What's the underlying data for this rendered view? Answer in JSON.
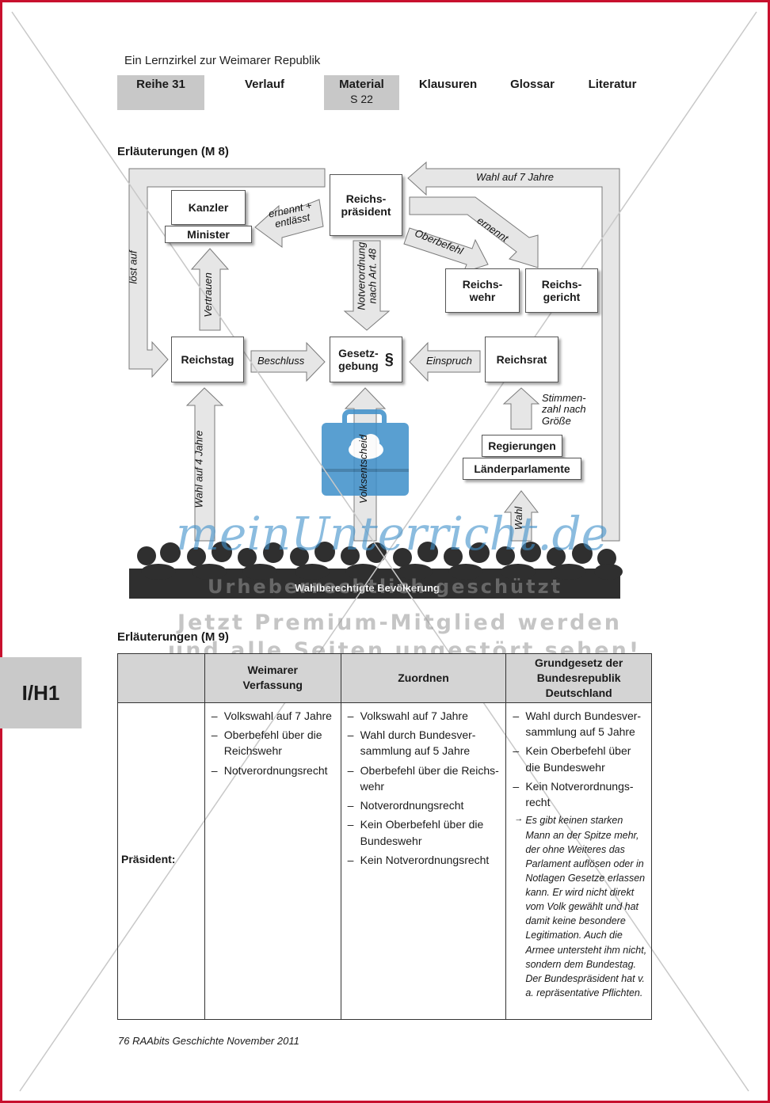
{
  "header": {
    "title": "Ein Lernzirkel zur Weimarer Republik"
  },
  "nav": {
    "items": [
      {
        "label": "Reihe 31",
        "sub": ""
      },
      {
        "label": "Verlauf",
        "sub": ""
      },
      {
        "label": "Material",
        "sub": "S 22"
      },
      {
        "label": "Klausuren",
        "sub": ""
      },
      {
        "label": "Glossar",
        "sub": ""
      },
      {
        "label": "Literatur",
        "sub": ""
      }
    ]
  },
  "section_m8": {
    "title": "Erläuterungen (M 8)"
  },
  "diagram": {
    "kanzler": "Kanzler",
    "minister": "Minister",
    "praesident": "Reichs-\npräsident",
    "reichswehr": "Reichs-\nwehr",
    "reichsgericht": "Reichs-\ngericht",
    "reichstag": "Reichstag",
    "gesetzgebung": "Gesetz-\ngebung",
    "paragraph": "§",
    "reichsrat": "Reichsrat",
    "regierungen": "Regierungen",
    "laenderparlamente": "Länderparlamente",
    "bevoelkerung": "Wahlberechtigte Bevölkerung",
    "labels": {
      "wahl7": "Wahl auf 7 Jahre",
      "ernennt_entlaesst": "ernennt +\nentlässt",
      "ernennt": "ernennt",
      "oberbefehl": "Oberbefehl",
      "loest_auf": "löst auf",
      "notverordnung": "Notverordnung\nnach Art. 48",
      "vertrauen": "Vertrauen",
      "beschluss": "Beschluss",
      "einspruch": "Einspruch",
      "stimmenzahl": "Stimmen-\nzahl nach\nGröße",
      "wahl4": "Wahl auf 4 Jahre",
      "volksentscheid": "Volksentscheid",
      "wahl": "Wahl"
    }
  },
  "watermark": {
    "brand": "meinUnterricht.de",
    "protected": "Urheberrechtlich geschützt",
    "line1": "Jetzt Premium-Mitglied werden",
    "line2": "und alle Seiten ungestört sehen!"
  },
  "section_m9": {
    "title": "Erläuterungen (M 9)"
  },
  "table": {
    "headers": [
      "",
      "Weimarer\nVerfassung",
      "Zuordnen",
      "Grundgesetz der\nBundesrepublik\nDeutschland"
    ],
    "row_label": "Präsident:",
    "weimar": [
      "Volkswahl auf 7 Jahre",
      "Oberbefehl über die Reichswehr",
      "Notverordnungsrecht"
    ],
    "zuordnen": [
      "Volkswahl auf 7 Jahre",
      "Wahl durch Bundesver-sammlung auf 5 Jahre",
      "Oberbefehl über die Reichs-wehr",
      "Notverordnungsrecht",
      "Kein Oberbefehl über die Bundeswehr",
      "Kein Notverordnungsrecht"
    ],
    "grundgesetz": [
      "Wahl durch Bundesver-sammlung auf 5 Jahre",
      "Kein Oberbefehl über die Bundeswehr",
      "Kein Notverordnungs-recht"
    ],
    "note": "Es gibt keinen starken Mann an der Spitze mehr, der ohne Weiteres das Parlament auflösen oder in Notlagen Gesetze erlassen kann. Er wird nicht direkt vom Volk gewählt und hat damit keine besondere Legitimation. Auch die Armee untersteht ihm nicht, sondern dem Bundestag. Der Bundespräsident hat v. a. repräsentative Pflichten."
  },
  "side_tab": "I/H1",
  "footer": "76 RAAbits Geschichte November 2011",
  "colors": {
    "frame": "#c8102e",
    "header_shade": "#c8c8c8",
    "arrow_fill": "#e6e6e6",
    "briefcase": "#3d8fc9"
  }
}
